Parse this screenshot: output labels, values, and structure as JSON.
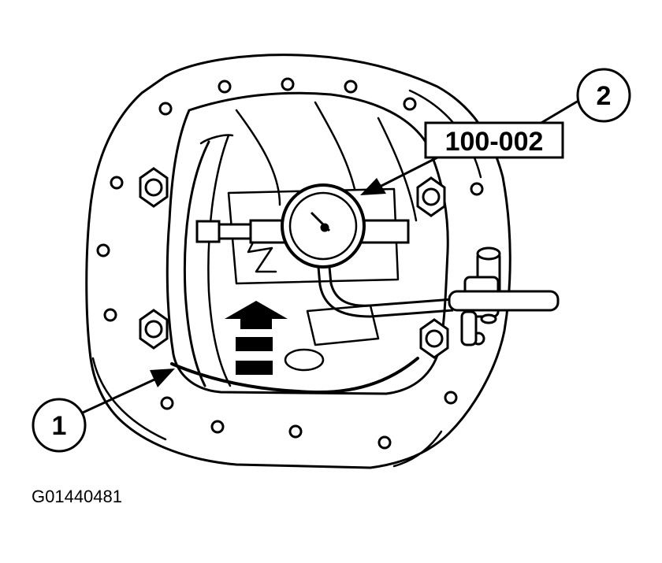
{
  "diagram": {
    "callouts": [
      {
        "number": "1"
      },
      {
        "number": "2"
      }
    ],
    "tool_label": "100-002",
    "figure_id": "G01440481",
    "colors": {
      "line": "#000000",
      "background": "#ffffff"
    }
  }
}
